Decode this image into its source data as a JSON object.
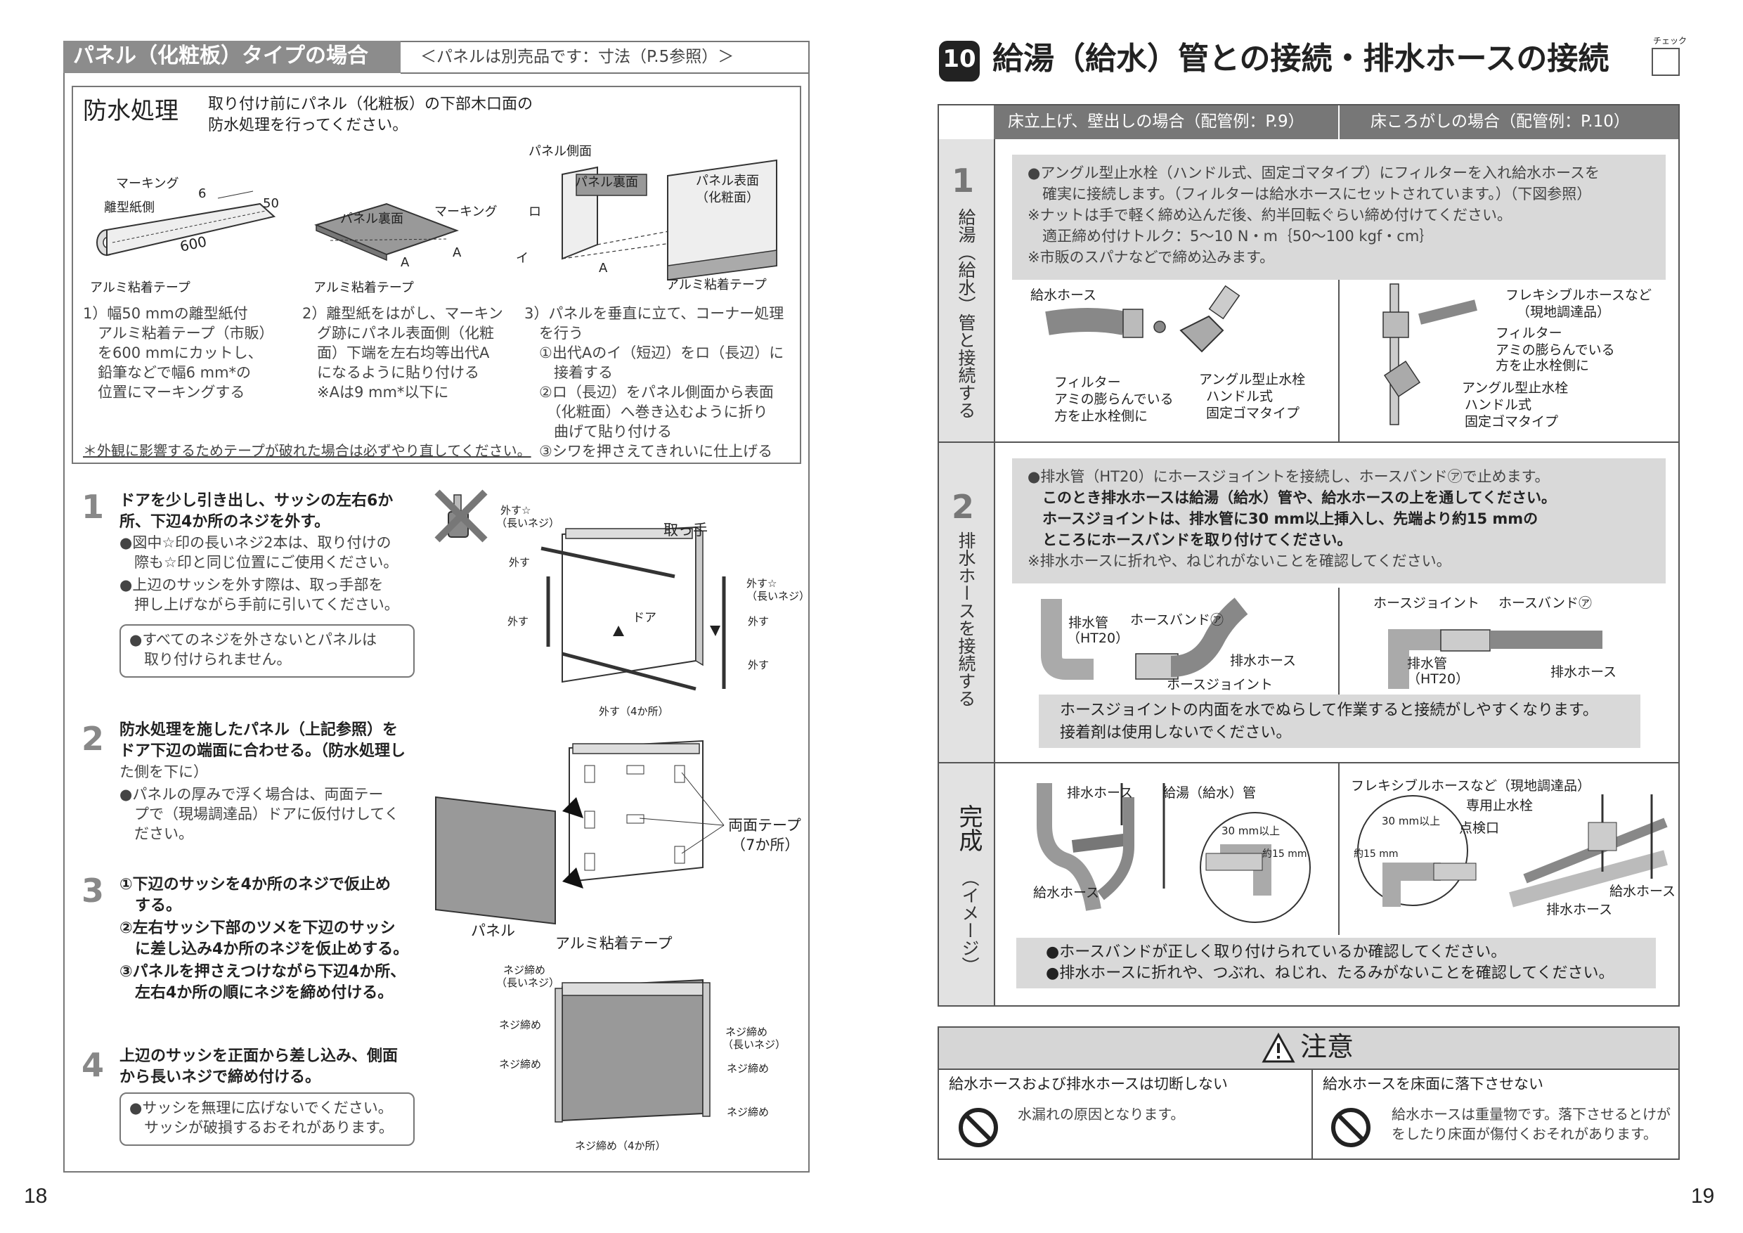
{
  "page_numbers": {
    "left": "18",
    "right": "19"
  },
  "left": {
    "header": {
      "title": "パネル（化粧板）タイプの場合",
      "note": "＜パネルは別売品です：寸法（P.5参照）＞"
    },
    "waterproof": {
      "title": "防水処理",
      "intro": [
        "取り付け前にパネル（化粧板）の下部木口面の",
        "防水処理を行ってください。"
      ],
      "diagram_labels": {
        "marking": "マーキング",
        "release_paper": "離型紙側",
        "dim6": "6",
        "dim50": "50",
        "dim600": "600",
        "alu_tape": "アルミ粘着テープ",
        "panel_back": "パネル裏面",
        "marking2": "マーキング",
        "a": "A",
        "alu_tape2": "アルミ粘着テープ",
        "panel_side": "パネル側面",
        "panel_back2": "パネル裏面",
        "ro": "ロ",
        "i": "イ",
        "a2": "A",
        "panel_front": "パネル表面",
        "panel_front2": "（化粧面）",
        "alu_tape3": "アルミ粘着テープ"
      },
      "step1": [
        "1）幅50 mmの離型紙付",
        "　アルミ粘着テープ（市販）",
        "　を600 mmにカットし、",
        "　鉛筆などで幅6 mm*の",
        "　位置にマーキングする"
      ],
      "step2": [
        "2）離型紙をはがし、マーキン",
        "　グ跡にパネル表面側（化粧",
        "　面）下端を左右均等出代A",
        "　になるように貼り付ける",
        "　※Aは9 mm*以下に"
      ],
      "step3": [
        "3）パネルを垂直に立て、コーナー処理",
        "　を行う",
        "　①出代Aのイ（短辺）をロ（長辺）に",
        "　　接着する",
        "　②ロ（長辺）をパネル側面から表面",
        "　　（化粧面）へ巻き込むように折り",
        "　　曲げて貼り付ける",
        "　③シワを押さえてきれいに仕上げる"
      ],
      "footnote": "＊外観に影響するためテープが破れた場合は必ずやり直してください。"
    },
    "steps": [
      {
        "num": "1",
        "lines": [
          "ドアを少し引き出し、サッシの左右6か",
          "所、下辺4か所のネジを外す。"
        ],
        "bullets": [
          "●図中☆印の長いネジ2本は、取り付けの",
          "　際も☆印と同じ位置にご使用ください。",
          "●上辺のサッシを外す際は、取っ手部を",
          "　押し上げながら手前に引いてください。"
        ],
        "note": [
          "●すべてのネジを外さないとパネルは",
          "　取り付けられません。"
        ]
      },
      {
        "num": "2",
        "lines": [
          "防水処理を施したパネル（上記参照）を",
          "ドア下辺の端面に合わせる。（防水処理し",
          "た側を下に）"
        ],
        "bullets": [
          "●パネルの厚みで浮く場合は、両面テー",
          "　プで（現場調達品）ドアに仮付けしてく",
          "　ださい。"
        ]
      },
      {
        "num": "3",
        "lines": [
          "①下辺のサッシを4か所のネジで仮止め",
          "　する。",
          "②左右サッシ下部のツメを下辺のサッシ",
          "　に差し込み4か所のネジを仮止めする。",
          "③パネルを押さえつけながら下辺4か所、",
          "　左右4か所の順にネジを締め付ける。"
        ]
      },
      {
        "num": "4",
        "lines": [
          "上辺のサッシを正面から差し込み、側面",
          "から長いネジで締め付ける。"
        ],
        "note": [
          "●サッシを無理に広げないでください。",
          "　サッシが破損するおそれがあります。"
        ]
      }
    ],
    "fig_labels": {
      "remove_star": "外す☆",
      "long_screw": "（長いネジ）",
      "handle": "取っ手",
      "remove": "外す",
      "door": "ドア",
      "remove_star2": "外す☆",
      "long_screw2": "（長いネジ）",
      "remove_4": "外す（4か所）",
      "double_tape": "両面テープ",
      "seven": "（7か所）",
      "panel": "パネル",
      "alu_tape": "アルミ粘着テープ",
      "tighten": "ネジ締め",
      "long_screw3": "（長いネジ）",
      "tighten_4": "ネジ締め（4か所）"
    }
  },
  "right": {
    "title_num": "10",
    "title": "給湯（給水）管との接続・排水ホースの接続",
    "check_label": "チェック",
    "col_headers": [
      "床立上げ、壁出しの場合（配管例：P.9）",
      "床ころがしの場合（配管例：P.10）"
    ],
    "rows": [
      {
        "num": "1",
        "label": "給湯（給水）管と接続する",
        "notes": [
          "●アングル型止水栓（ハンドル式、固定ゴマタイプ）にフィルターを入れ給水ホースを",
          "　確実に接続します。（フィルターは給水ホースにセットされています。）（下図参照）",
          "※ナットは手で軽く締め込んだ後、約半回転ぐらい締め付けてください。",
          "　適正締め付けトルク：5～10 N・m｛50～100 kgf・cm｝",
          "※市販のスパナなどで締め込みます。"
        ],
        "labels": {
          "supply_hose": "給水ホース",
          "filter": "フィルター",
          "filter_note": [
            "アミの膨らんでいる",
            "方を止水栓側に"
          ],
          "angle_valve": "アングル型止水栓",
          "angle_note": [
            "ハンドル式",
            "固定ゴマタイプ"
          ],
          "flex_hose": "フレキシブルホースなど",
          "local": "（現地調達品）",
          "filter2": "フィルター",
          "filter_note2": [
            "アミの膨らんでいる",
            "方を止水栓側に"
          ],
          "angle_valve2": "アングル型止水栓",
          "angle_note2": [
            "ハンドル式",
            "固定ゴマタイプ"
          ]
        }
      },
      {
        "num": "2",
        "label": "排水ホースを接続する",
        "notes": [
          "●排水管（HT20）にホースジョイントを接続し、ホースバンド㋐で止めます。",
          "　このとき排水ホースは給湯（給水）管や、給水ホースの上を通してください。",
          "　ホースジョイントは、排水管に30 mm以上挿入し、先端より約15 mmの",
          "　ところにホースバンドを取り付けてください。",
          "※排水ホースに折れや、ねじれがないことを確認してください。"
        ],
        "labels": {
          "drain_pipe": "排水管",
          "ht20": "（HT20）",
          "hose_band": "ホースバンド㋐",
          "drain_hose": "排水ホース",
          "hose_joint": "ホースジョイント",
          "hose_joint2": "ホースジョイント",
          "hose_band2": "ホースバンド㋐",
          "drain_pipe2": "排水管",
          "ht20_2": "（HT20）",
          "drain_hose2": "排水ホース"
        },
        "tip": [
          "ホースジョイントの内面を水でぬらして作業すると接続がしやすくなります。",
          "接着剤は使用しないでください。"
        ]
      },
      {
        "num": "完成",
        "label": "（イメージ）",
        "labels": {
          "drain_hose": "排水ホース",
          "hot_pipe": "給湯（給水）管",
          "over30": "30 mm以上",
          "about15": "約15 mm",
          "supply_hose": "給水ホース",
          "flex_local": "フレキシブルホースなど（現地調達品）",
          "valve": "専用止水栓",
          "over30_2": "30 mm以上",
          "inspection": "点検口",
          "about15_2": "約15 mm",
          "supply_hose2": "給水ホース",
          "drain_hose2": "排水ホース"
        },
        "checks": [
          "●ホースバンドが正しく取り付けられているか確認してください。",
          "●排水ホースに折れや、つぶれ、ねじれ、たるみがないことを確認してください。"
        ]
      }
    ],
    "caution": {
      "title": "注意",
      "items": [
        {
          "head": "給水ホースおよび排水ホースは切断しない",
          "body": [
            "水漏れの原因となります。"
          ]
        },
        {
          "head": "給水ホースを床面に落下させない",
          "body": [
            "給水ホースは重量物です。落下させるとけが",
            "をしたり床面が傷付くおそれがあります。"
          ]
        }
      ]
    }
  }
}
